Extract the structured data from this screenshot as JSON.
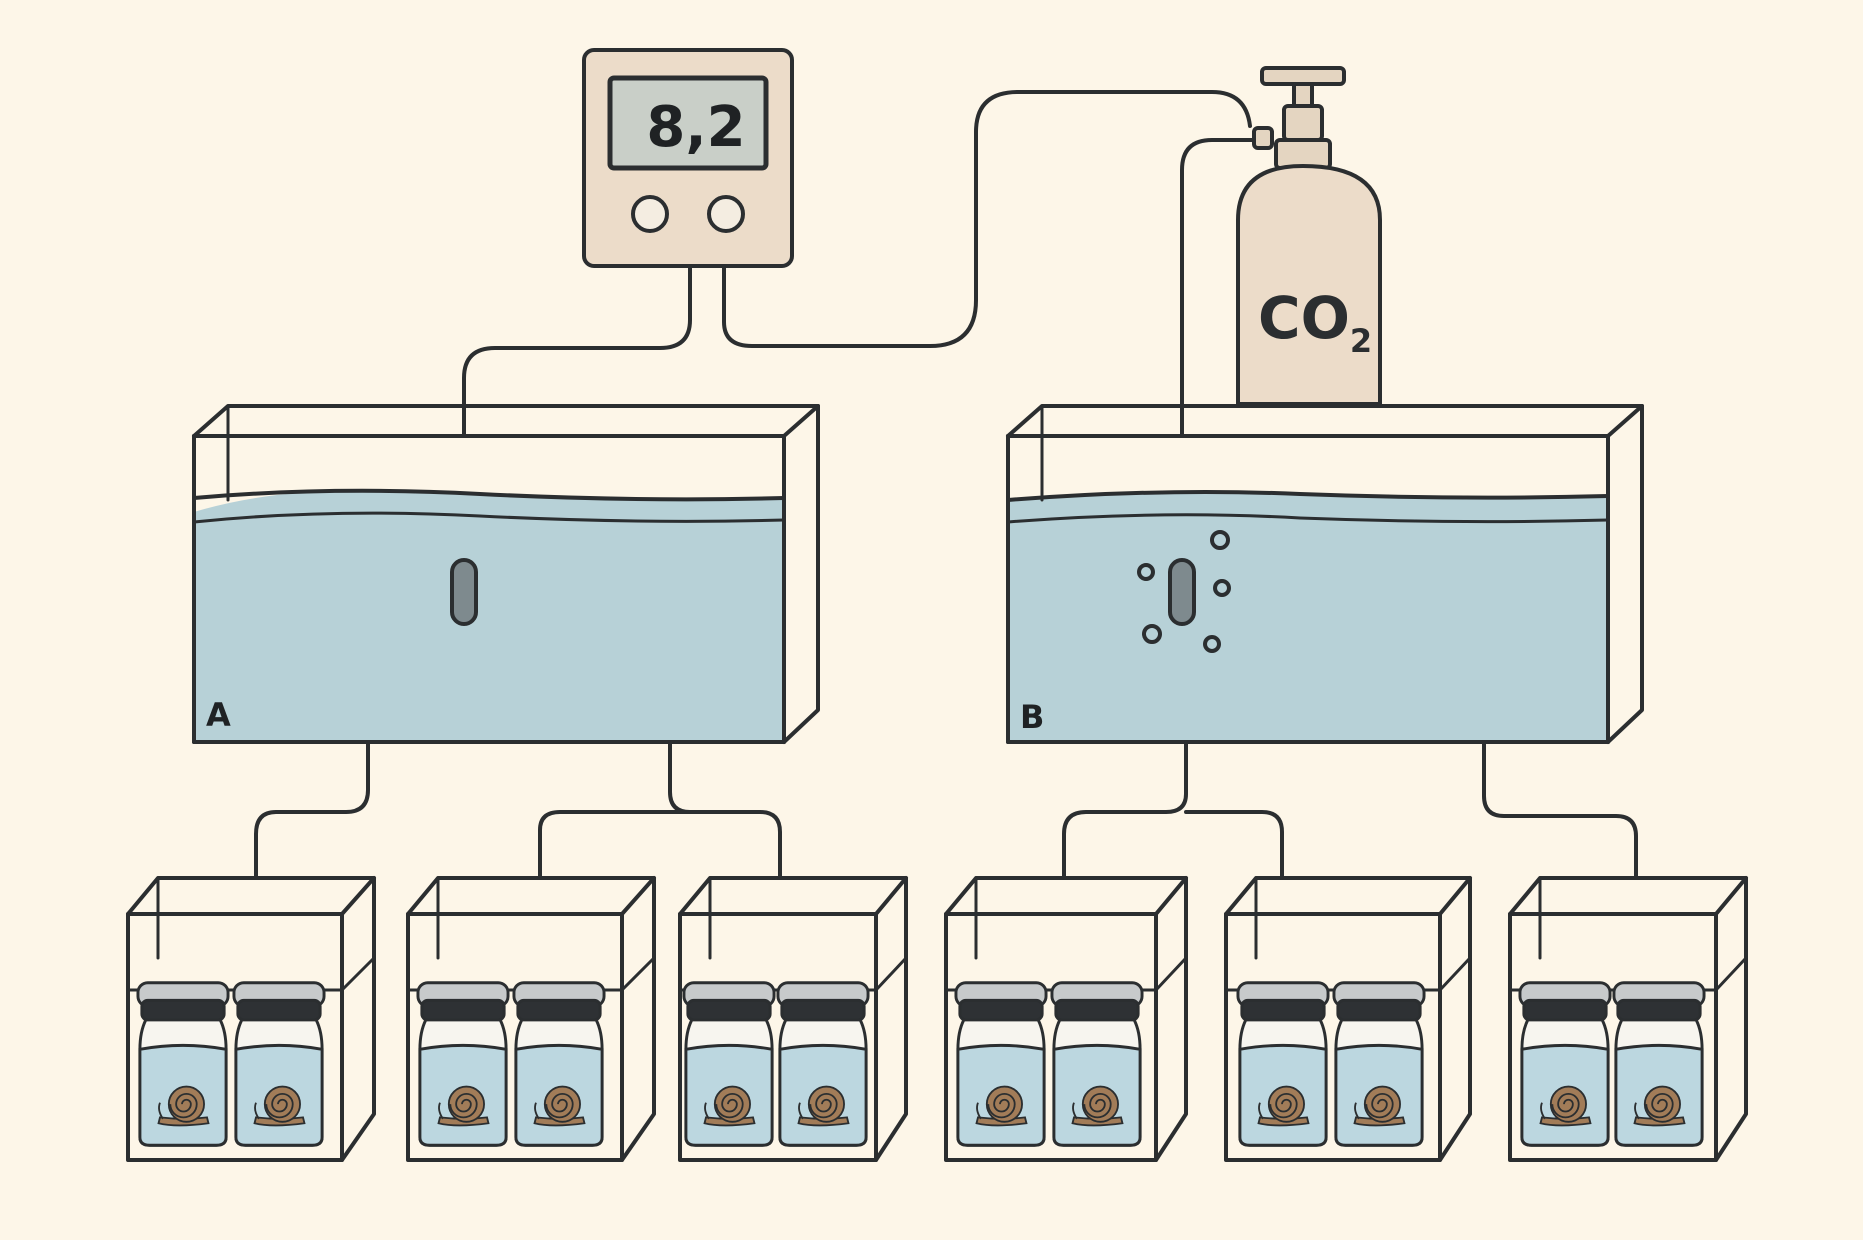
{
  "meter": {
    "reading": "8,2"
  },
  "cylinder": {
    "label_main": "CO",
    "label_sub": "2"
  },
  "tanks": [
    {
      "id": "A",
      "label": "A"
    },
    {
      "id": "B",
      "label": "B"
    }
  ],
  "colors": {
    "background": "#fdf6e8",
    "water": "#b7d1d7",
    "jar_water": "#bcd7e0",
    "device": "#ecdcc9",
    "snail": "#a27c58",
    "ink": "#2b2e30"
  }
}
